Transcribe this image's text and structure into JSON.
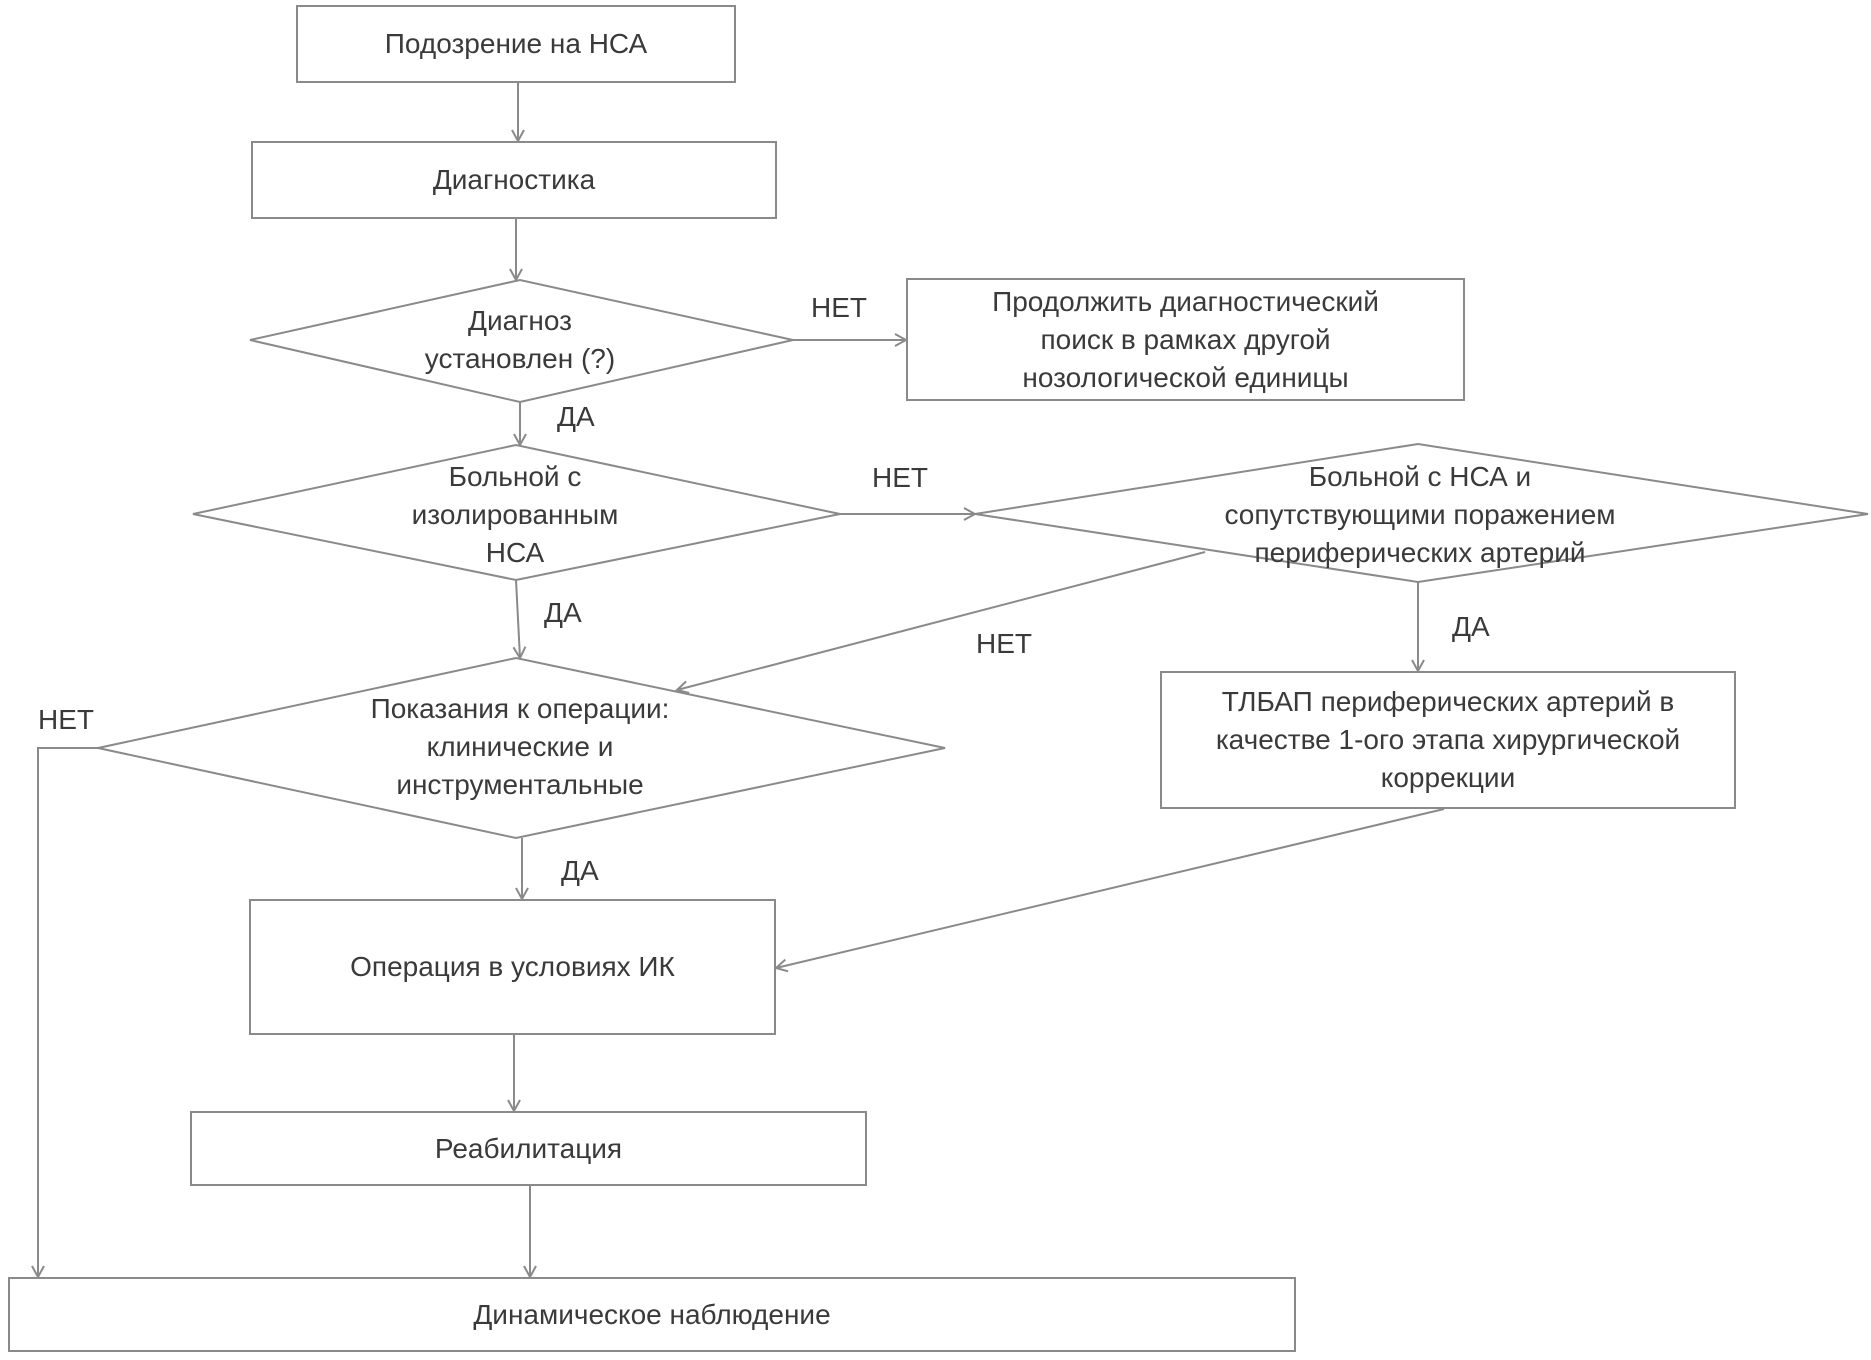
{
  "nodes": {
    "suspicion": "Подозрение  на НСА",
    "diagnostics": "Диагностика",
    "diagnosis_established": "Диагноз\nустановлен (?)",
    "continue_search": "Продолжить  диагностический\nпоиск в рамках  другой\nнозологической  единицы",
    "isolated_patient": "Больной  с\nизолированным\nНСА",
    "patient_with_peripheral": "Больной с НСА и\nсопутствующими  поражением\nпериферических  артерий",
    "indications": "Показания к операции:\nклинические  и\nинструментальные",
    "tlbap": "ТЛБАП  периферических  артерий  в\nкачестве  1-ого  этапа хирургической\nкоррекции",
    "operation": "Операция  в условиях  ИК",
    "rehabilitation": "Реабилитация",
    "follow_up": "Динамическое  наблюдение"
  },
  "edge_labels": {
    "no_diagnosis": "НЕТ",
    "yes_diagnosis": "ДА",
    "no_isolated": "НЕТ",
    "yes_isolated": "ДА",
    "no_peripheral": "НЕТ",
    "yes_peripheral": "ДА",
    "no_indications": "НЕТ",
    "yes_indications": "ДА"
  },
  "colors": {
    "line": "#8a8a8a",
    "text": "#3a3a3a"
  }
}
